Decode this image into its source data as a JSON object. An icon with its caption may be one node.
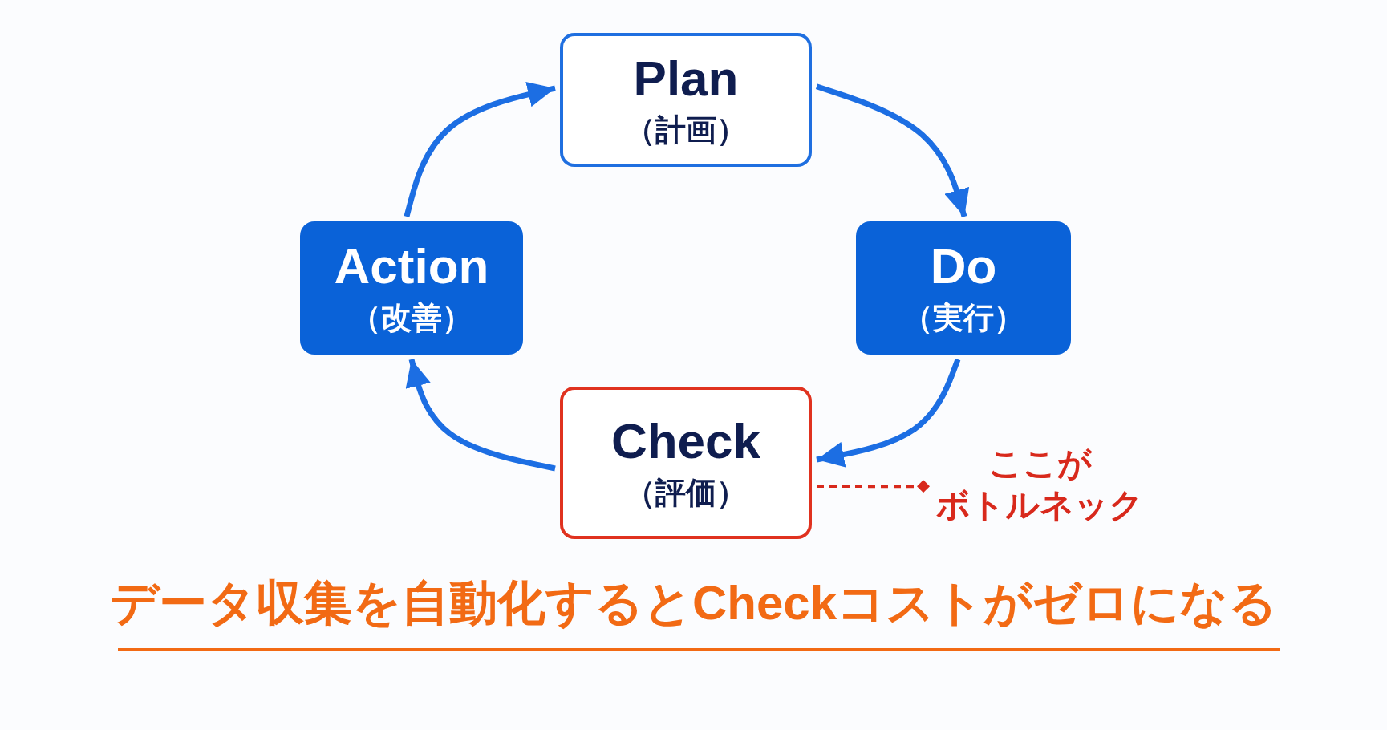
{
  "diagram": {
    "caption": "データ収集を自動化するとCheckコストがゼロになる",
    "nodes": [
      {
        "text": [
          "Plan",
          "（計画）"
        ]
      },
      {
        "text": [
          "Action",
          "（改善）"
        ]
      },
      {
        "text": [
          "Do",
          "（実行）"
        ]
      },
      {
        "text": [
          "Check",
          "（評価）"
        ]
      },
      {
        "text": [
          "ここがボトルネック"
        ]
      }
    ],
    "edges": [
      {
        "from": 0,
        "to": 2,
        "arrow": "to"
      },
      {
        "from": 2,
        "to": 3,
        "arrow": "to"
      },
      {
        "from": 3,
        "to": 1,
        "arrow": "to"
      },
      {
        "from": 1,
        "to": 0,
        "arrow": "to"
      },
      {
        "from": 3,
        "to": 4,
        "arrow": "other",
        "style": "dashed",
        "color": "#d8291c"
      }
    ]
  }
}
